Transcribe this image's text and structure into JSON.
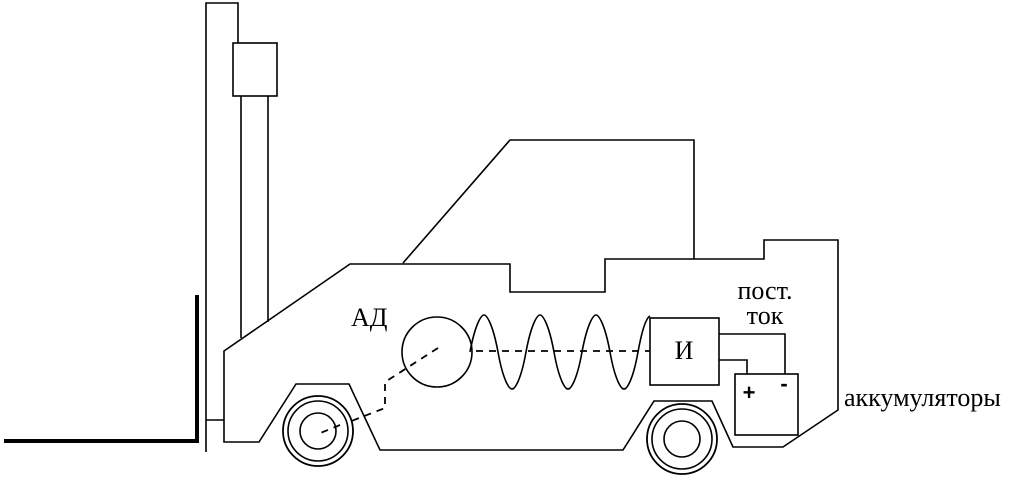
{
  "labels": {
    "motor": "АД",
    "inverter": "И",
    "dc_line1": "пост.",
    "dc_line2": "ток",
    "batteries": "аккумуляторы",
    "plus": "+",
    "minus": "-"
  }
}
